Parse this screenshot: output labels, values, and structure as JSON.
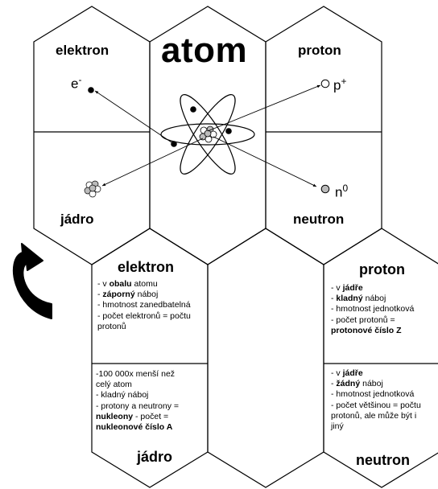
{
  "title": "atom",
  "upper": {
    "elektron_label": "elektron",
    "proton_label": "proton",
    "jadro_label": "jádro",
    "neutron_label": "neutron",
    "electron_symbol": "e",
    "electron_sup": "-",
    "proton_symbol": "p",
    "proton_sup": "+",
    "neutron_symbol": "n",
    "neutron_sup": "0"
  },
  "lower": {
    "elektron": {
      "heading": "elektron",
      "lines": [
        {
          "a": "- v ",
          "b": "obalu",
          "c": " atomu"
        },
        {
          "a": "- ",
          "b": "záporný",
          "c": " náboj"
        },
        {
          "a": "- hmotnost zanedbatelná"
        },
        {
          "a": "- počet elektronů = počtu"
        },
        {
          "a": "protonů"
        }
      ]
    },
    "jadro": {
      "heading": "jádro",
      "lines": [
        {
          "a": "-100 000x menší než"
        },
        {
          "a": "celý atom"
        },
        {
          "a": "- kladný náboj"
        },
        {
          "a": "- protony a neutrony ="
        },
        {
          "b": "nukleony",
          "c": "  - počet ="
        },
        {
          "b": "nukleonové číslo A"
        }
      ]
    },
    "proton": {
      "heading": "proton",
      "lines": [
        {
          "a": "- v ",
          "b": "jádře"
        },
        {
          "a": "- ",
          "b": "kladný",
          "c": " náboj"
        },
        {
          "a": "- hmotnost jednotková"
        },
        {
          "a": "- počet protonů ="
        },
        {
          "b": "protonové číslo Z"
        }
      ]
    },
    "neutron": {
      "heading": "neutron",
      "lines": [
        {
          "a": "- v ",
          "b": "jádře"
        },
        {
          "a": "- ",
          "b": "žádný",
          "c": " náboj"
        },
        {
          "a": "- hmotnost jednotková"
        },
        {
          "a": "- počet většinou = počtu"
        },
        {
          "a": "protonů, ale může být i"
        },
        {
          "a": "jiný"
        }
      ]
    }
  }
}
